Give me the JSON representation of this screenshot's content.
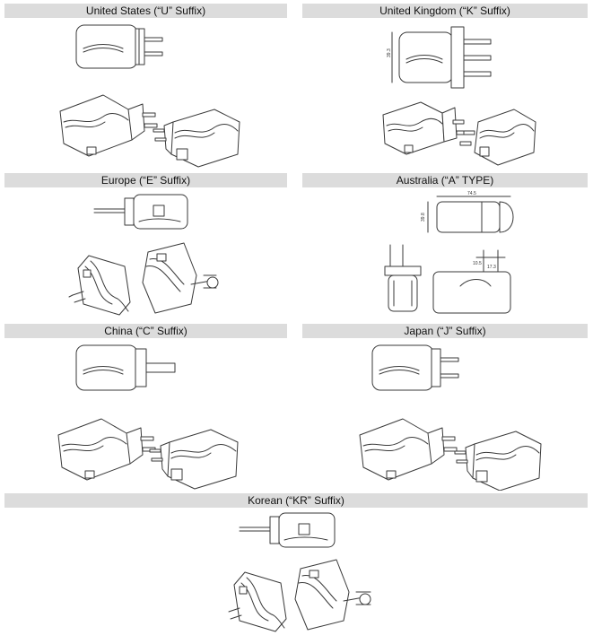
{
  "panels": [
    {
      "id": "us",
      "title": "United States (“U” Suffix)"
    },
    {
      "id": "uk",
      "title": "United Kingdom (“K” Suffix)"
    },
    {
      "id": "eu",
      "title": "Europe (“E” Suffix)"
    },
    {
      "id": "au",
      "title": "Australia (“A” TYPE)"
    },
    {
      "id": "cn",
      "title": "China (“C” Suffix)"
    },
    {
      "id": "jp",
      "title": "Japan (“J” Suffix)"
    },
    {
      "id": "kr",
      "title": "Korean (“KR” Suffix)"
    }
  ],
  "dimensions": {
    "uk_height": "39.3",
    "au_width": "74.5",
    "au_height": "39.8",
    "au_pin_a": "10.5",
    "au_pin_b": "17.3"
  }
}
